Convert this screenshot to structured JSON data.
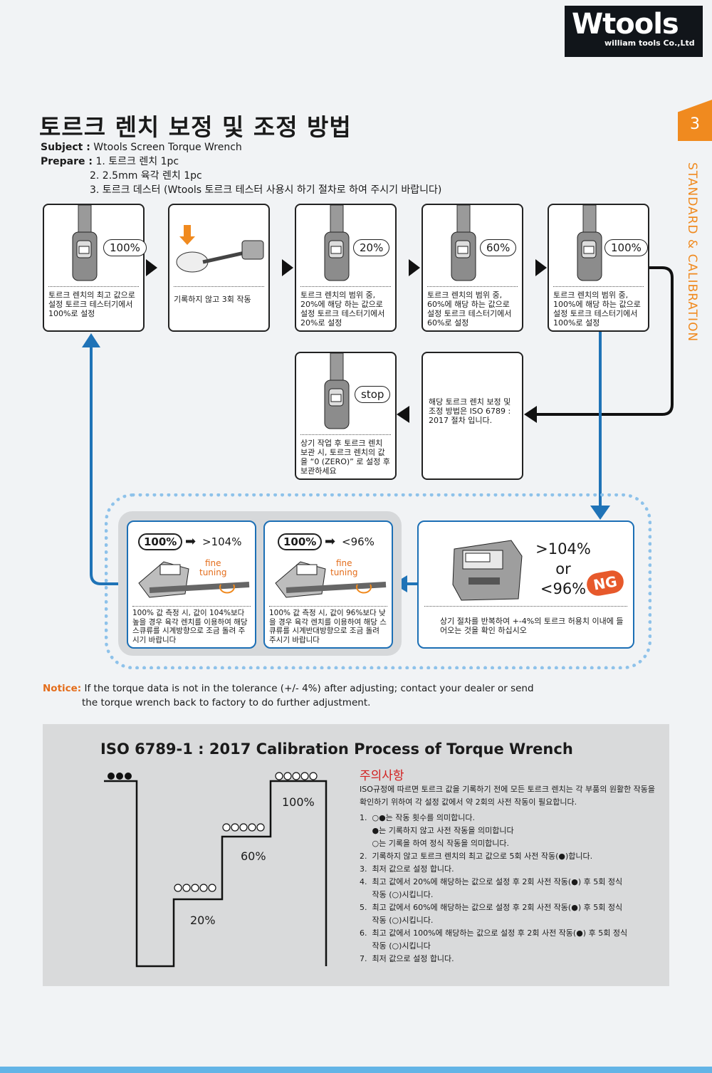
{
  "logo": {
    "mark": "Wtools",
    "sub": "william tools Co.,Ltd"
  },
  "side": {
    "page_number": "3",
    "section": "STANDARD & CALIBRATION"
  },
  "title": "토르크 렌치 보정 및 조정 방법",
  "subject": {
    "label": "Subject :",
    "value": "Wtools Screen Torque Wrench"
  },
  "prepare": {
    "label": "Prepare :",
    "items": [
      "1. 토르크 렌치 1pc",
      "2. 2.5mm 육각 렌치 1pc",
      "3. 토르크 데스터 (Wtools 토르크 테스터 사용시 하기 절차로 하여 주시기 바랍니다)"
    ]
  },
  "steps": [
    {
      "bubble": "100%",
      "caption": "토르크 렌치의 최고 값으로 설정 토르크 테스터기에서 100%로 설정"
    },
    {
      "bubble": "",
      "caption": "기록하지 않고 3회 작동"
    },
    {
      "bubble": "20%",
      "caption": "토르크 렌치의 범위 중, 20%에 해당 하는 값으로 설정 토르크 테스터기에서 20%로 설정"
    },
    {
      "bubble": "60%",
      "caption": "토르크 렌치의 범위 중, 60%에 해당 하는 값으로 설정 토르크 테스터기에서 60%로 설정"
    },
    {
      "bubble": "100%",
      "caption": "토르크 렌치의 범위 중, 100%에 해당 하는 값으로 설정 토르크 테스터기에서 100%로 설정"
    }
  ],
  "stop_box": {
    "bubble": "stop",
    "caption": "상기 작업 후 토르크 렌치 보관 시, 토르크 렌치의 값을 “0 (ZERO)” 로 설정 후 보관하세요"
  },
  "iso_box": {
    "caption": "해당 토르크 렌치 보정 및 조정 방법은 ISO 6789 : 2017 절차 입니다."
  },
  "adjust_high": {
    "pill": "100%",
    "target": ">104%",
    "fine": "fine",
    "tuning": "tuning",
    "caption": "100% 값 측정 시, 값이 104%보다 높을 경우 육각 렌치를 이용하여 해당 스큐류를 시계방향으로 조금 돌려 주시기 바랍니다"
  },
  "adjust_low": {
    "pill": "100%",
    "target": "<96%",
    "fine": "fine",
    "tuning": "tuning",
    "caption": "100% 값 측정 시, 값이 96%보다 낮을 경우 육각 렌치를 이용하여 해당 스큐류를 시계반대방향으로 조금 돌려 주시기 바랍니다"
  },
  "ng_box": {
    "line1": ">104%",
    "line2": "or",
    "line3": "<96%",
    "badge": "NG",
    "caption": "상기 절차를 반복하여 +-4%의 토르크 허용치 이내에 들어오는 것을 확인 하십시오"
  },
  "notice": {
    "label": "Notice:",
    "line1": "If the torque data is not in the tolerance (+/- 4%) after adjusting; contact your dealer or send",
    "line2": "the torque wrench back to factory to do further adjustment."
  },
  "iso": {
    "title": "ISO 6789-1 : 2017 Calibration Process of Torque Wrench",
    "steps": [
      {
        "label": "20%",
        "level": 20
      },
      {
        "label": "60%",
        "level": 60
      },
      {
        "label": "100%",
        "level": 100
      }
    ],
    "caution_title": "주의사항",
    "intro": "ISO규정에 따르면 토르크 값을 기록하기 전에 모든 토르크 렌치는 각 부품의 원활한 작동을 확인하기 위하여 각 설정 값에서 약 2회의 사전 작동이 필요합니다.",
    "items": [
      "1.  ○●는 작동 횟수를 의미합니다.",
      "     ●는 기록하지 않고 사전 작동을 의미합니다",
      "     ○는 기록을 하여 정식 작동을 의미합니다.",
      "2.  기록하지 않고 토르크 렌치의 최고 값으로 5회 사전 작동(●)합니다.",
      "3.  최저 값으로 설정 합니다.",
      "4.  최고 값에서 20%에 해당하는 값으로 설정 후 2회 사전 작동(●) 후 5회 정식",
      "     작동 (○)시킵니다.",
      "5.  최고 값에서 60%에 해당하는 값으로 설정 후 2회 사전 작동(●) 후 5회 정식",
      "     작동 (○)시킵니다.",
      "6.  최고 값에서 100%에 해당하는 값으로 설정 후 2회 사전 작동(●) 후 5회 정식",
      "     작동 (○)시킵니다",
      "7.  최저 값으로 설정 합니다."
    ]
  }
}
